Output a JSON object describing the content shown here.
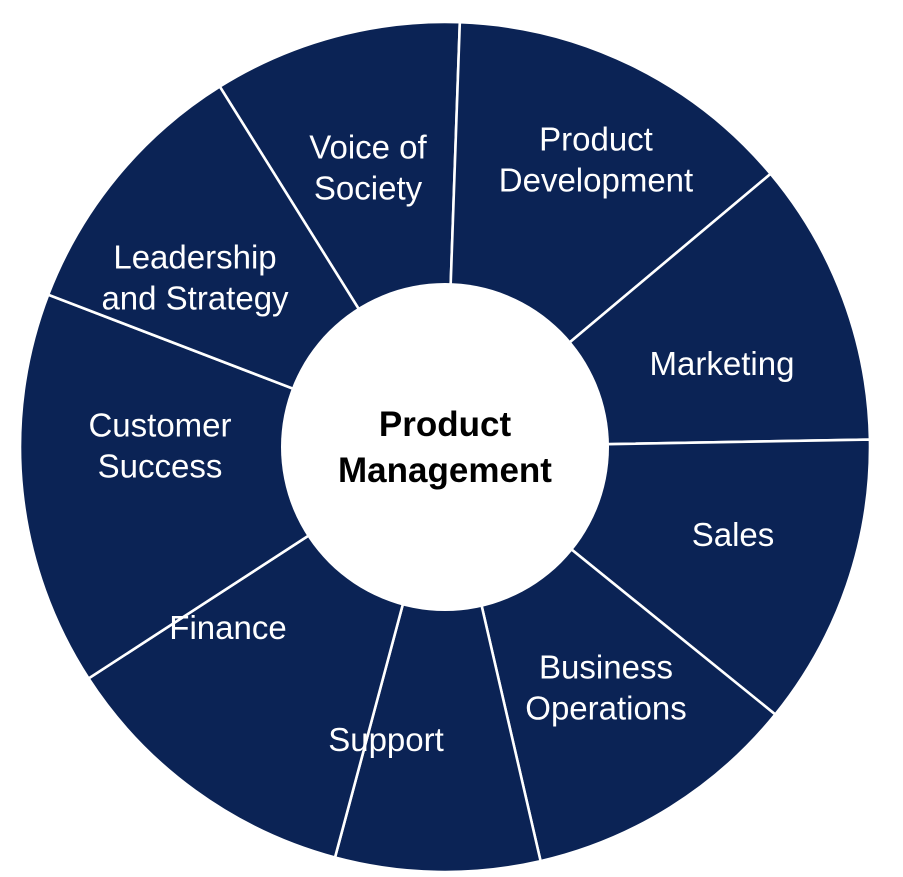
{
  "diagram": {
    "type": "hub-wheel",
    "colors": {
      "segment": "#0b2355",
      "divider": "#ffffff",
      "center": "#ffffff",
      "segment_text": "#ffffff",
      "center_text": "#000000"
    },
    "center": {
      "lines": [
        "Product",
        "Management"
      ]
    },
    "segments": [
      {
        "id": "voice-of-society",
        "lines": [
          "Voice of",
          "Society"
        ]
      },
      {
        "id": "product-development",
        "lines": [
          "Product",
          "Development"
        ]
      },
      {
        "id": "marketing",
        "lines": [
          "Marketing"
        ]
      },
      {
        "id": "sales",
        "lines": [
          "Sales"
        ]
      },
      {
        "id": "business-operations",
        "lines": [
          "Business",
          "Operations"
        ]
      },
      {
        "id": "support",
        "lines": [
          "Support"
        ]
      },
      {
        "id": "finance",
        "lines": [
          "Finance"
        ]
      },
      {
        "id": "customer-success",
        "lines": [
          "Customer",
          "Success"
        ]
      },
      {
        "id": "leadership-and-strategy",
        "lines": [
          "Leadership",
          "and Strategy"
        ]
      }
    ]
  }
}
